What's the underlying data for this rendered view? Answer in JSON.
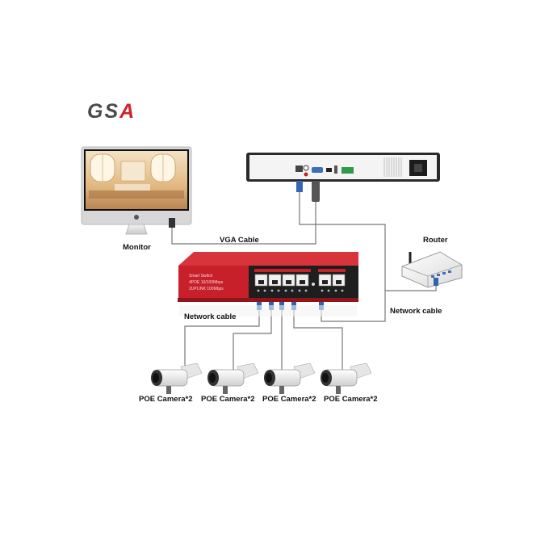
{
  "logo": {
    "prefix": "GS",
    "accent": "A"
  },
  "labels": {
    "monitor": "Monitor",
    "vga_cable": "VGA Cable",
    "router": "Router",
    "network_cable_left": "Network cable",
    "network_cable_right": "Network cable"
  },
  "switch": {
    "line1": "Smart Switch",
    "line2": "4POE 10/100Mbps",
    "line3": "2UPLINK 100Mbps"
  },
  "cameras": [
    {
      "label": "POE Camera*2"
    },
    {
      "label": "POE Camera*2"
    },
    {
      "label": "POE Camera*2"
    },
    {
      "label": "POE Camera*2"
    }
  ],
  "colors": {
    "switch_red": "#c8202a",
    "switch_dark": "#1e1e1e",
    "cable": "#777777",
    "connector_blue": "#2f63b0",
    "logo_grey": "#4a4a4a",
    "logo_red": "#d0232b"
  }
}
